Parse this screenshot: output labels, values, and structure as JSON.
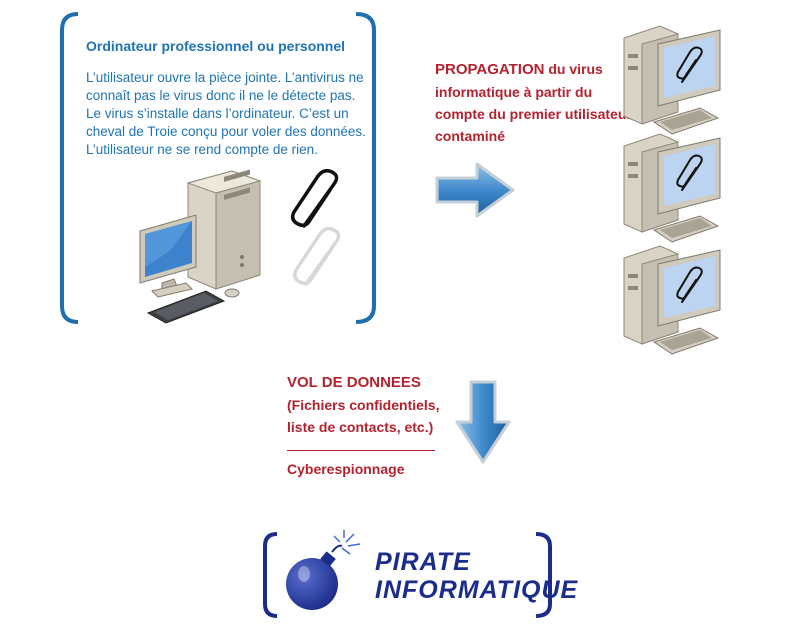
{
  "panel": {
    "title": "Ordinateur professionnel ou personnel",
    "lines": [
      "L’utilisateur ouvre la pièce jointe. L’antivirus ne",
      "connaît pas le virus donc il ne le détecte pas.",
      "Le virus s’installe dans l’ordinateur. C’est un",
      "cheval de Troie conçu pour voler des données.",
      "L’utilisateur ne se rend compte de rien."
    ]
  },
  "propagation": {
    "lead": "PROPAGATION",
    "line1_rest": " du virus",
    "line2": "informatique à partir du",
    "line3": "compte du premier utilisateur",
    "line4": "contaminé"
  },
  "vol": {
    "title": "VOL DE DONNEES",
    "line1": "(Fichiers confidentiels,",
    "line2": "liste de contacts, etc.)",
    "footer": "Cyberespionnage"
  },
  "pirate": {
    "line1": "PIRATE",
    "line2": "INFORMATIQUE"
  },
  "colors": {
    "blue_text": "#1f74b3",
    "red_text": "#b3222e",
    "bracket_blue": "#1f6fb0",
    "pirate_navy": "#1b2c8a",
    "arrow_blue": "#3a86c8"
  },
  "icons": [
    "computer-icon",
    "paperclip-icon",
    "arrow-right-icon",
    "arrow-down-icon",
    "bomb-icon"
  ]
}
